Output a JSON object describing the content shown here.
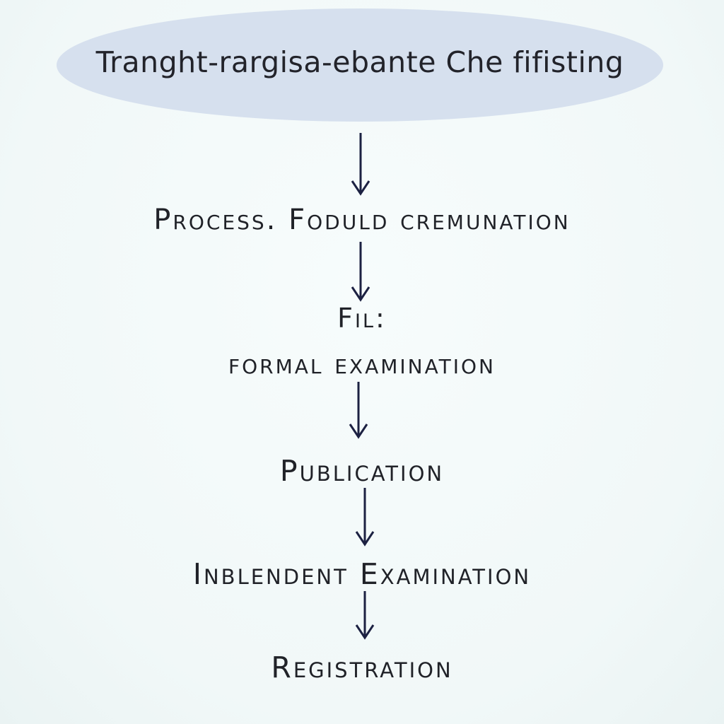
{
  "diagram": {
    "title": "Tranght-rargisa-ebante Che fifisting",
    "steps": [
      "Process. Foduld cremunation",
      "Fil:",
      "formal examination",
      "Publication",
      "Inblendent Examination",
      "Registration"
    ],
    "colors": {
      "background": "#f4fafa",
      "oval_fill": "#d6e0ee",
      "arrow": "#1c2142",
      "text": "#202228"
    }
  }
}
